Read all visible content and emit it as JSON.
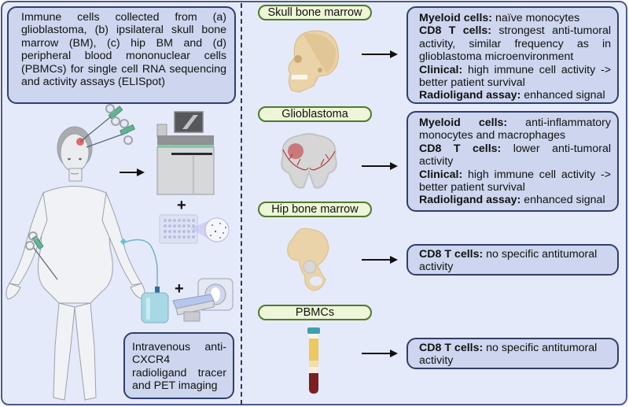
{
  "left_panel": {
    "intro_text": "Immune cells collected from (a) glioblastoma, (b) ipsilateral skull bone marrow (BM), (c) hip BM and (d) peripheral blood mononuclear cells (PBMCs) for single cell RNA sequencing and activity assays (ELISpot)",
    "tracer_text": "Intravenous anti-CXCR4 radioligand tracer and PET imaging",
    "plus_1": "+",
    "plus_2": "+",
    "icons": [
      "human-body-icon",
      "biopsy-needle-icon",
      "sequencer-machine-icon",
      "elispot-plate-icon",
      "iv-bag-icon",
      "pet-scanner-icon",
      "syringe-icon"
    ]
  },
  "sources": [
    {
      "label": "Skull bone marrow",
      "icon": "skull-icon",
      "findings": [
        {
          "key": "Myeloid cells:",
          "value": " naïve monocytes"
        },
        {
          "key": "CD8 T cells:",
          "value": "  strongest anti-tumoral activity, similar frequency as in glioblastoma microenvironment"
        },
        {
          "key": "Clinical:",
          "value": "  high immune cell activity -> better patient survival"
        },
        {
          "key": "Radioligand assay:",
          "value": "  enhanced signal"
        }
      ]
    },
    {
      "label": "Glioblastoma",
      "icon": "brain-tumor-icon",
      "findings": [
        {
          "key": "Myeloid cells:",
          "value": " anti-inflammatory monocytes and macrophages"
        },
        {
          "key": "CD8 T cells:",
          "value": "  lower anti-tumoral activity"
        },
        {
          "key": "Clinical:",
          "value": "  high immune cell activity -> better patient survival"
        },
        {
          "key": "Radioligand assay:",
          "value": " enhanced signal"
        }
      ]
    },
    {
      "label": "Hip bone marrow",
      "icon": "hip-bone-icon",
      "findings": [
        {
          "key": "CD8 T cells:",
          "value": "  no specific antitumoral activity"
        }
      ]
    },
    {
      "label": "PBMCs",
      "icon": "blood-tube-icon",
      "findings": [
        {
          "key": "CD8 T cells:",
          "value": "  no specific antitumoral activity"
        }
      ]
    }
  ],
  "colors": {
    "background": "#e5eafa",
    "box_fill": "#cdd6ee",
    "box_border": "#2f3f6c",
    "pill_fill": "#edf6d6",
    "pill_border": "#4f7a2c"
  }
}
